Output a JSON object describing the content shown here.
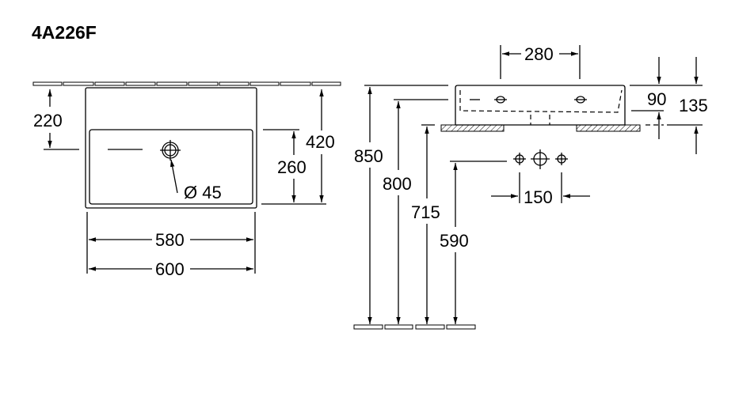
{
  "title": "4A226F",
  "front_view": {
    "dim_top_to_drain": "220",
    "dim_total_depth": "420",
    "dim_bowl_depth": "260",
    "drain_diameter": "Ø 45",
    "dim_inner_width": "580",
    "dim_outer_width": "600"
  },
  "side_view": {
    "dim_tap_spacing_top": "280",
    "dim_bowl_height": "90",
    "dim_total_height": "135",
    "dim_height_850": "850",
    "dim_height_800": "800",
    "dim_height_715": "715",
    "dim_height_590": "590",
    "dim_tap_spacing": "150"
  }
}
